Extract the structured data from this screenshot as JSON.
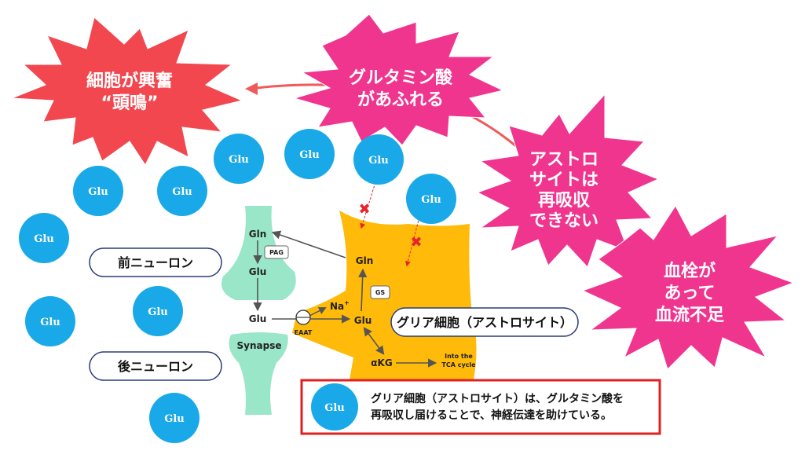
{
  "bursts": {
    "excitation": {
      "lines": [
        "細胞が興奮",
        "“頭鳴”"
      ],
      "color": "#f2474f"
    },
    "overflow": {
      "lines": [
        "グルタミン酸",
        "があふれる"
      ],
      "color": "#f0358e"
    },
    "astro_fail": {
      "lines": [
        "アストロ",
        "サイトは",
        "再吸収",
        "できない"
      ],
      "color": "#f0358e"
    },
    "thrombus": {
      "lines": [
        "血栓が",
        "あって",
        "血流不足"
      ],
      "color": "#f0358e"
    }
  },
  "glu_bubble_label": "Glu",
  "labels": {
    "pre_neuron": "前ニューロン",
    "post_neuron": "後ニューロン",
    "glia": "グリア細胞（アストロサイト）",
    "synapse": "Synapse",
    "gln_left": "Gln",
    "glu_mid": "Glu",
    "glu_low": "Glu",
    "pag": "PAG",
    "eaat": "EAAT",
    "na": "Na",
    "na_sup": "+",
    "gln_astro": "Gln",
    "gs": "GS",
    "glu_astro": "Glu",
    "akg": "αKG",
    "tca": [
      "Into the",
      "TCA cycle"
    ]
  },
  "note": {
    "glu": "Glu",
    "lines": [
      "グリア細胞（アストロサイト）は、グルタミン酸を",
      "再吸収し届けることで、神経伝達を助けている。"
    ],
    "border_color": "#e02020"
  },
  "colors": {
    "glu_bubble": "#19a9e8",
    "astrocyte": "#ffba0a",
    "synapse": "#99e6c9",
    "cross": "#e8232b"
  }
}
